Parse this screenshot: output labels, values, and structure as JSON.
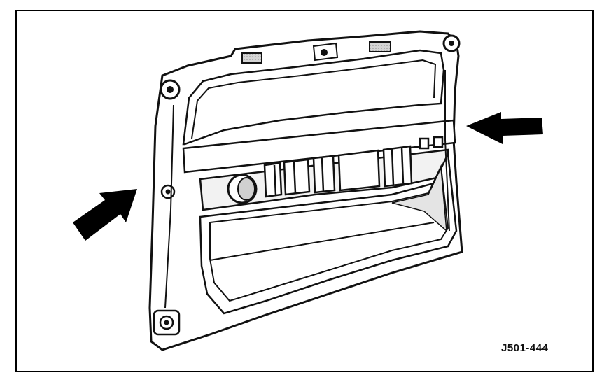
{
  "figure": {
    "reference_code": "J501-444",
    "subject": "dash-trim-panel-with-switch-openings",
    "colors": {
      "line": "#111111",
      "shade": "#bdbdbd",
      "arrow": "#000000"
    },
    "arrows": [
      "left-arrow-pointing-to-side",
      "right-arrow-pointing-to-side"
    ]
  }
}
